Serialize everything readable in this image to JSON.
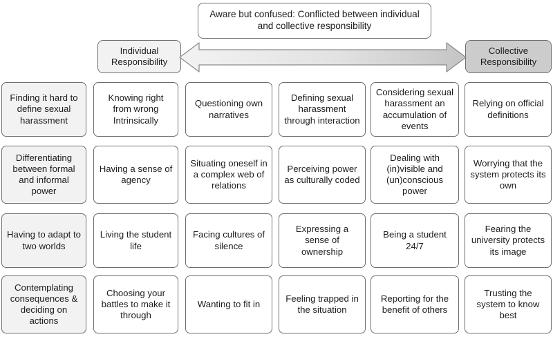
{
  "diagram": {
    "title_banner": "Aware but confused: Conflicted between individual and collective responsibility",
    "poles": {
      "left_label": "Individual Responsibility",
      "right_label": "Collective Responsibility",
      "arrow_name": "double-headed-arrow",
      "arrow_fill_start": "#f0f0f0",
      "arrow_fill_end": "#c6c6c6",
      "arrow_stroke": "#7a7a7a"
    },
    "colors": {
      "box_stroke": "#6e6e6e",
      "box_fill_white": "#ffffff",
      "box_fill_shaded": "#f2f2f2",
      "collective_fill": "#cccccc",
      "text": "#1c1c1c",
      "page_background": "#ffffff"
    },
    "columns": [
      {
        "index": 1,
        "shaded": true,
        "cells": [
          "Finding it hard to define sexual harassment",
          "Differentiating between formal and informal power",
          "Having to adapt to two worlds",
          "Contemplating consequences & deciding on actions"
        ]
      },
      {
        "index": 2,
        "shaded": false,
        "cells": [
          "Knowing right from wrong Intrinsically",
          "Having a sense of agency",
          "Living the student life",
          "Choosing your battles to make it through"
        ]
      },
      {
        "index": 3,
        "shaded": false,
        "cells": [
          "Questioning own narratives",
          "Situating oneself in a complex web of relations",
          "Facing cultures of silence",
          "Wanting to fit in"
        ]
      },
      {
        "index": 4,
        "shaded": false,
        "cells": [
          "Defining sexual harassment through interaction",
          "Perceiving power as culturally coded",
          "Expressing a sense of ownership",
          "Feeling trapped in the situation"
        ]
      },
      {
        "index": 5,
        "shaded": false,
        "cells": [
          "Considering sexual harassment an accumulation of events",
          "Dealing with (in)visible and (un)conscious power",
          "Being a student 24/7",
          "Reporting for the benefit of others"
        ]
      },
      {
        "index": 6,
        "shaded": false,
        "cells": [
          "Relying on official definitions",
          "Worrying that the system protects its own",
          "Fearing the university protects its image",
          "Trusting the system to know best"
        ]
      }
    ],
    "geometry": {
      "columns_x": [
        2,
        135,
        268,
        403,
        536,
        672
      ],
      "columns_w": [
        123,
        123,
        126,
        126,
        128,
        126
      ],
      "rows_y": [
        119,
        211,
        309,
        399
      ],
      "rows_h": [
        79,
        84,
        79,
        84
      ]
    }
  }
}
